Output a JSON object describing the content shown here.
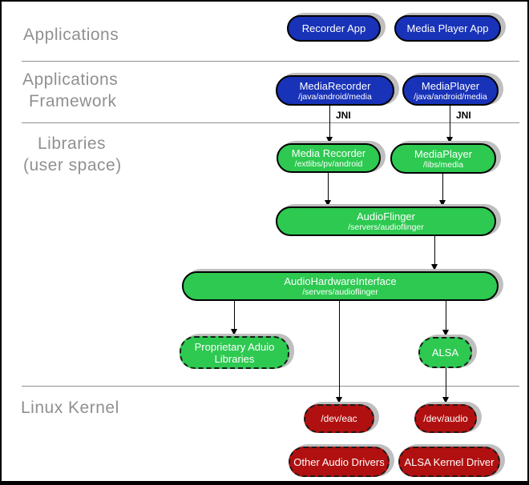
{
  "layers": [
    {
      "name": "applications",
      "lines": {
        "l1": "Applications",
        "l2": ""
      }
    },
    {
      "name": "applications-framework",
      "lines": {
        "l1": "Applications",
        "l2": "Framework"
      }
    },
    {
      "name": "libraries-user-space",
      "lines": {
        "l1": "Libraries",
        "l2": "(user space)"
      }
    },
    {
      "name": "linux-kernel",
      "lines": {
        "l1": "Linux Kernel",
        "l2": ""
      }
    }
  ],
  "labels": {
    "jni": "JNI"
  },
  "nodes": [
    {
      "id": "recorder-app",
      "title": "Recorder App",
      "subtitle": "",
      "fill": "blue",
      "dashed": false
    },
    {
      "id": "media-player-app",
      "title": "Media Player App",
      "subtitle": "",
      "fill": "blue",
      "dashed": false
    },
    {
      "id": "media-recorder-fw",
      "title": "MediaRecorder",
      "subtitle": "/java/android/media",
      "fill": "blue",
      "dashed": false
    },
    {
      "id": "media-player-fw",
      "title": "MediaPlayer",
      "subtitle": "/java/android/media",
      "fill": "blue",
      "dashed": false
    },
    {
      "id": "media-recorder-lib",
      "title": "Media Recorder",
      "subtitle": "/extlibs/pv/android",
      "fill": "green",
      "dashed": false
    },
    {
      "id": "media-player-lib",
      "title": "MediaPlayer",
      "subtitle": "/libs/media",
      "fill": "green",
      "dashed": false
    },
    {
      "id": "audioflinger",
      "title": "AudioFlinger",
      "subtitle": "/servers/audioflinger",
      "fill": "green",
      "dashed": false
    },
    {
      "id": "audio-hardware-interface",
      "title": "AudioHardwareInterface",
      "subtitle": "/servers/audioflinger",
      "fill": "green",
      "dashed": false
    },
    {
      "id": "proprietary-audio-libraries",
      "title": "Proprietary Aduio Libraries",
      "subtitle": "",
      "fill": "green",
      "dashed": true
    },
    {
      "id": "alsa",
      "title": "ALSA",
      "subtitle": "",
      "fill": "green",
      "dashed": true
    },
    {
      "id": "dev-eac",
      "title": "/dev/eac",
      "subtitle": "",
      "fill": "red",
      "dashed": true
    },
    {
      "id": "dev-audio",
      "title": "/dev/audio",
      "subtitle": "",
      "fill": "red",
      "dashed": true
    },
    {
      "id": "other-audio-drivers",
      "title": "Other Audio Drivers",
      "subtitle": "",
      "fill": "red",
      "dashed": true
    },
    {
      "id": "alsa-kernel-driver",
      "title": "ALSA Kernel Driver",
      "subtitle": "",
      "fill": "red",
      "dashed": true
    }
  ],
  "colors": {
    "blue": "#1832b8",
    "green": "#2dc951",
    "red": "#b11010",
    "shadow": "#bfbfbf",
    "label_gray": "#909090",
    "divider_gray": "#8f8f8f",
    "box_text": "#ffffff",
    "arrow_black": "#000000"
  }
}
